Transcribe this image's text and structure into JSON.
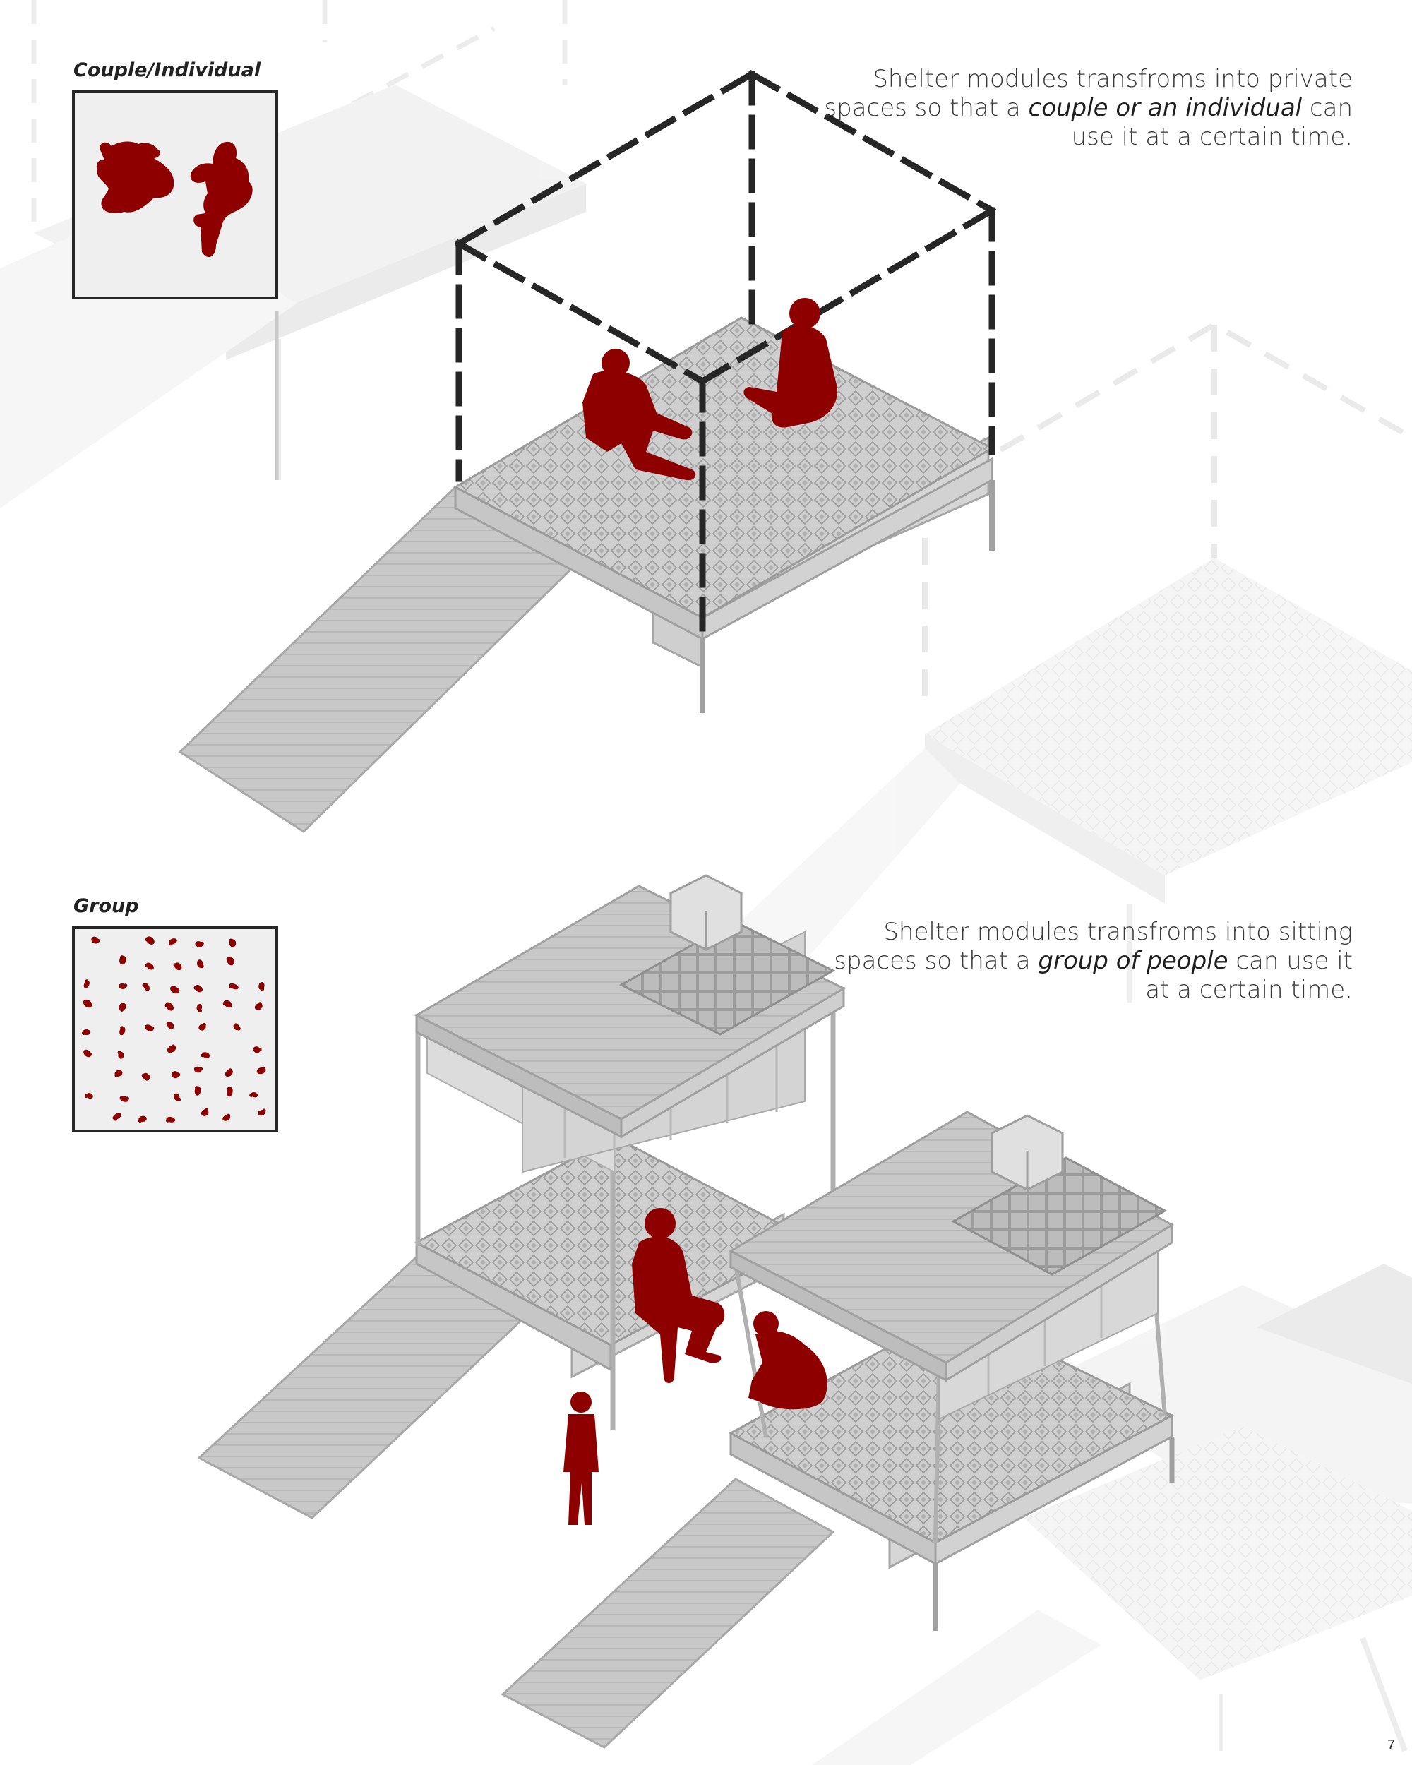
{
  "legend_couple": {
    "title": "Couple/Individual"
  },
  "legend_group": {
    "title": "Group"
  },
  "caption_private": {
    "text_before": "Shelter modules transfroms into private spaces so that a ",
    "emphasis": "couple or an individual",
    "text_after": " can use it at a certain time."
  },
  "caption_sitting": {
    "text_before": "Shelter modules transfroms into sitting spaces so that a ",
    "emphasis": "group of people",
    "text_after": " can use it at a certain time."
  },
  "page_number": "7",
  "colors": {
    "figure_red": "#8e0000",
    "dashed_frame": "#262626",
    "structure_gray": "#c4c4c4",
    "ghost_gray": "#e4e4e4"
  }
}
